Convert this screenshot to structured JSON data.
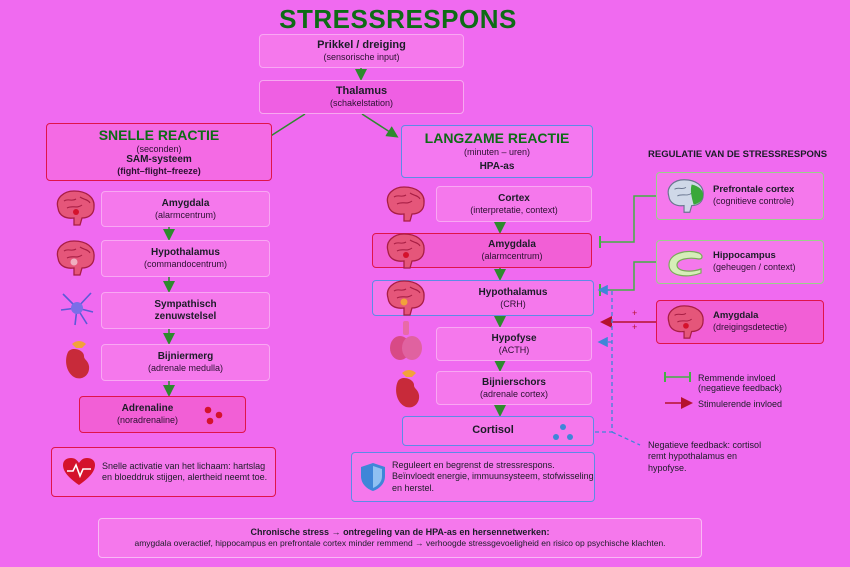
{
  "title": "STRESSRESPONS",
  "top": {
    "stimulus": {
      "label": "Prikkel / dreiging",
      "sub": "(sensorische input)"
    },
    "thalamus": {
      "label": "Thalamus",
      "sub": "(schakelstation)"
    }
  },
  "fast": {
    "head": "SNELLE REACTIE",
    "line1": "(seconden)",
    "line2": "SAM-systeem",
    "line3": "(fight–flight–freeze)",
    "steps": [
      {
        "label": "Amygdala",
        "sub": "(alarmcentrum)",
        "icon": "brain-icon"
      },
      {
        "label": "Hypothalamus",
        "sub": "(commandocentrum)",
        "icon": "brain-icon"
      },
      {
        "label": "Sympathisch",
        "sub": "zenuwstelsel",
        "icon": "neuron-icon"
      },
      {
        "label": "Bijniermerg",
        "sub": "(adrenale medulla)",
        "icon": "adrenal-icon"
      }
    ],
    "adrenaline": {
      "label": "Adrenaline",
      "sub": "(noradrenaline)"
    },
    "effect": "Snelle activatie van het lichaam: hartslag en bloeddruk stijgen, alertheid neemt toe."
  },
  "slow": {
    "head": "LANGZAME REACTIE",
    "line1": "(minuten – uren)",
    "line2": "HPA-as",
    "steps": [
      {
        "label": "Cortex",
        "sub": "(interpretatie, context)",
        "icon": "brain-icon"
      },
      {
        "label": "Amygdala",
        "sub": "(alarmcentrum)",
        "icon": "brain-icon"
      },
      {
        "label": "Hypothalamus",
        "sub": "(CRH)",
        "icon": "brain-icon"
      },
      {
        "label": "Hypofyse",
        "sub": "(ACTH)",
        "icon": "pituitary-icon"
      },
      {
        "label": "Bijnierschors",
        "sub": "(adrenale cortex)",
        "icon": "adrenal-icon"
      }
    ],
    "cortisol": "Cortisol",
    "effect": "Reguleert en begrenst de stressrespons. Beïnvloedt energie, immuunsysteem, stofwisseling en herstel."
  },
  "regulation": {
    "title": "REGULATIE VAN DE STRESSRESPONS",
    "items": [
      {
        "label": "Prefrontale cortex",
        "sub": "(cognitieve controle)"
      },
      {
        "label": "Hippocampus",
        "sub": "(geheugen / context)"
      },
      {
        "label": "Amygdala",
        "sub": "(dreigingsdetectie)"
      }
    ],
    "legend": {
      "inhibit1": "Remmende invloed",
      "inhibit2": "(negatieve feedback)",
      "stimulate": "Stimulerende invloed"
    },
    "feedback": "Negatieve feedback: cortisol remt hypothalamus en hypofyse."
  },
  "bottom": {
    "line1": "Chronische stress → ontregeling van de HPA-as en hersennetwerken:",
    "line2": "amygdala overactief, hippocampus en prefrontale cortex minder remmend → verhoogde stressgevoeligheid en risico op psychische klachten."
  },
  "colors": {
    "background": "#f06af0",
    "title_green": "#0e6b16",
    "fast_border": "#e0144a",
    "slow_border": "#5d8be6",
    "arrow_green": "#2e8a2e",
    "stimulate_red": "#b5122e",
    "feedback_blue": "#3f86d8"
  }
}
